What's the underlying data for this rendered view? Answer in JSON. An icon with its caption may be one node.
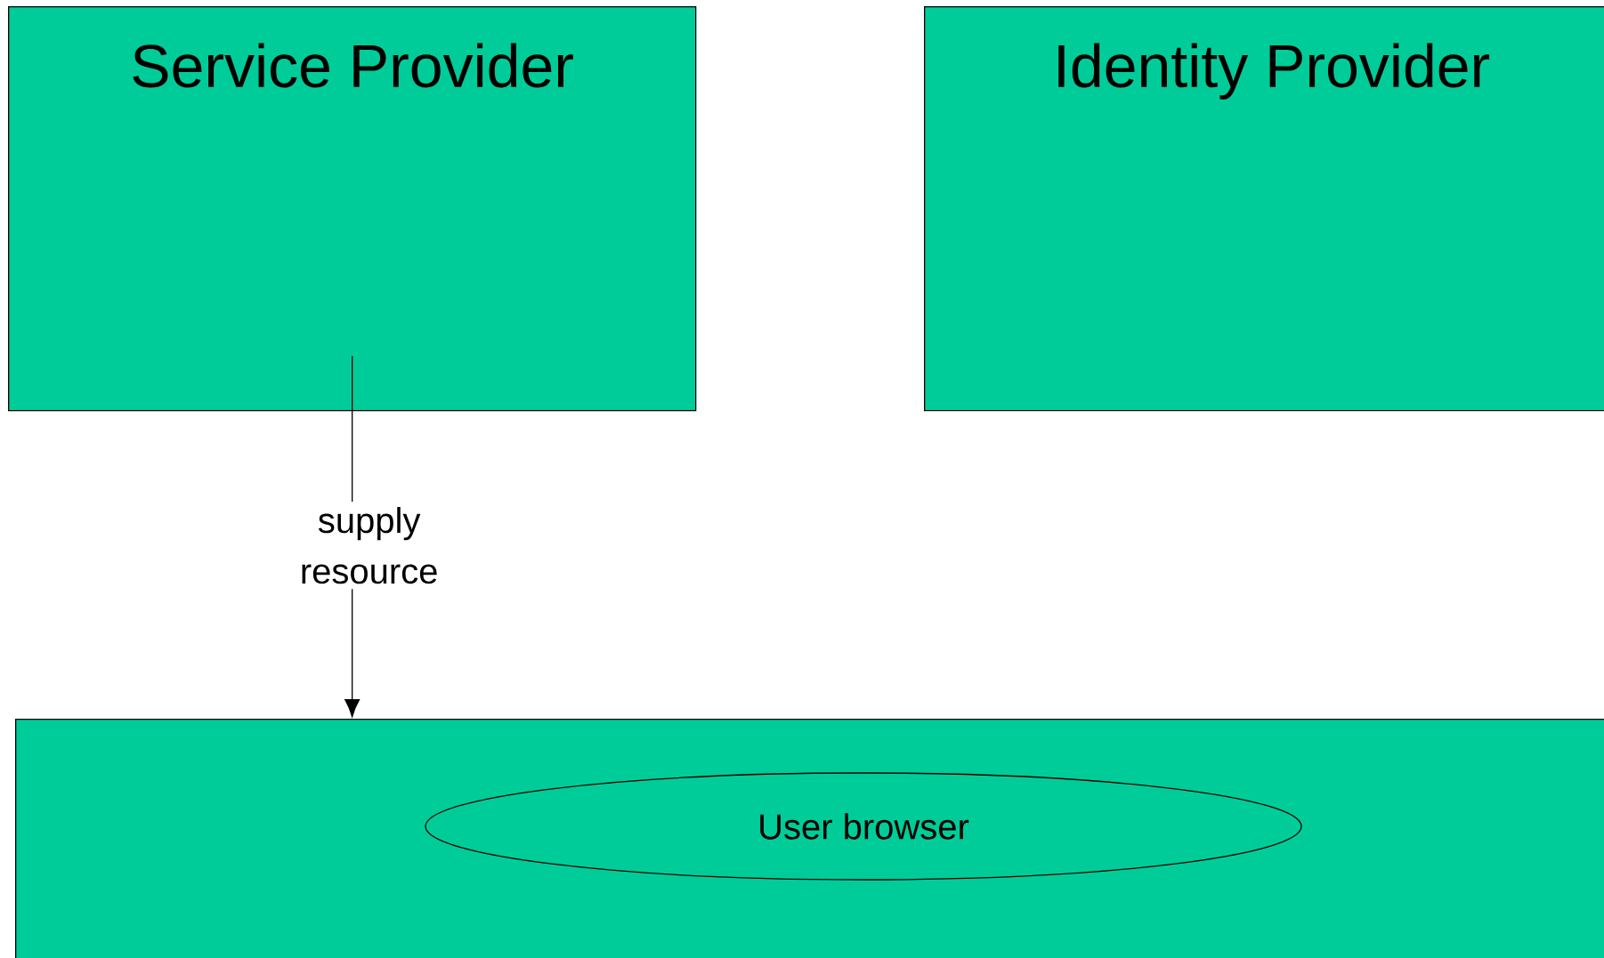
{
  "diagram": {
    "nodes": [
      {
        "text": [
          "Service Provider"
        ]
      },
      {
        "text": [
          "Identity Provider"
        ]
      },
      {
        "text": [],
        "shape": "box"
      },
      {
        "text": [
          "User browser"
        ],
        "in": 2
      }
    ],
    "edges": [
      {
        "from": 0,
        "to": 2,
        "arrow": "to",
        "label": "supply resource"
      }
    ]
  }
}
